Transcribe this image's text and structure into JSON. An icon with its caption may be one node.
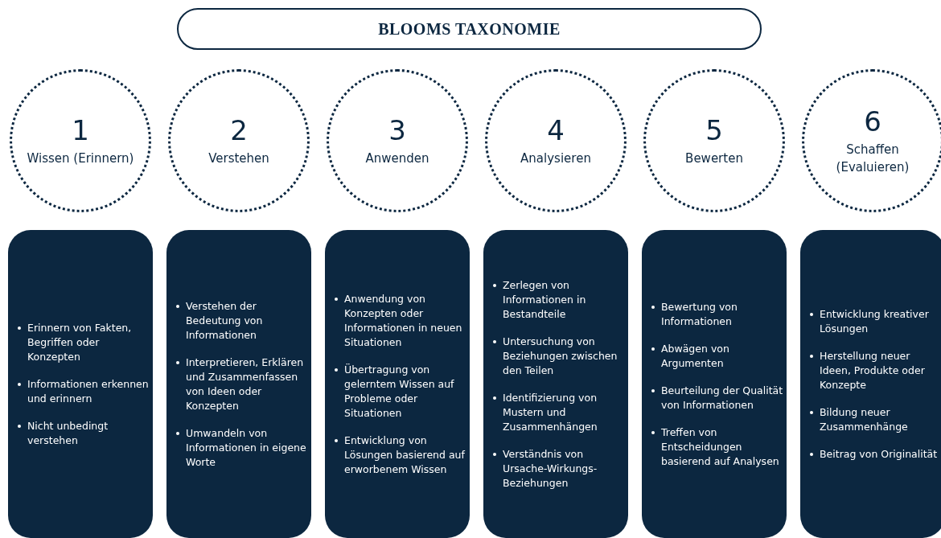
{
  "diagram": {
    "nodes": [
      {
        "text": [
          "BLOOMS TAXONOMIE"
        ]
      },
      {
        "text": [
          "1",
          "Wissen (Erinnern)"
        ]
      },
      {
        "text": [
          "2",
          "Verstehen"
        ]
      },
      {
        "text": [
          "3",
          "Anwenden"
        ]
      },
      {
        "text": [
          "4",
          "Analysieren"
        ]
      },
      {
        "text": [
          "5",
          "Bewerten"
        ]
      },
      {
        "text": [
          "6",
          "Schaffen (Evaluieren)"
        ]
      },
      {
        "text": [
          "Erinnern von Fakten, Begriffen oder Konzepten",
          "Informationen erkennen und erinnern",
          "Nicht unbedingt verstehen"
        ]
      },
      {
        "text": [
          "Verstehen der Bedeutung von Informationen",
          "Interpretieren, Erklären und Zusammenfassen von Ideen oder Konzepten",
          "Umwandeln von Informationen in eigene Worte"
        ]
      },
      {
        "text": [
          "Anwendung von Konzepten oder Informationen in neuen Situationen",
          "Übertragung von gelerntem Wissen auf Probleme oder Situationen",
          "Entwicklung von Lösungen basierend auf erworbenem Wissen"
        ]
      },
      {
        "text": [
          "Zerlegen von Informationen in Bestandteile",
          "Untersuchung von Beziehungen zwischen den Teilen",
          "Identifizierung von Mustern und Zusammenhängen",
          "Verständnis von Ursache-Wirkungs-Beziehungen"
        ]
      },
      {
        "text": [
          "Bewertung von Informationen",
          "Abwägen von Argumenten",
          "Beurteilung der Qualität von Informationen",
          "Treffen von Entscheidungen basierend auf Analysen"
        ]
      },
      {
        "text": [
          "Entwicklung kreativer Lösungen",
          "Herstellung neuer Ideen, Produkte oder Konzepte",
          "Bildung neuer Zusammenhänge",
          "Beitrag von Originalität"
        ]
      }
    ],
    "edges": []
  }
}
